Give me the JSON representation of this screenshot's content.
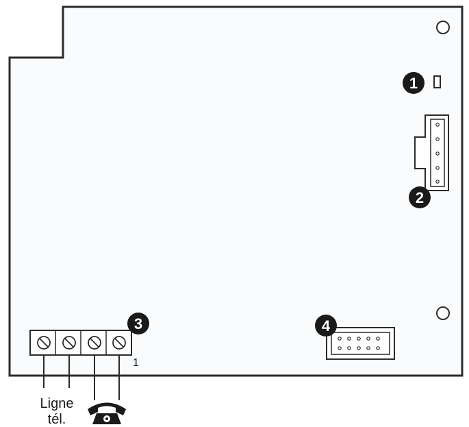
{
  "markers": [
    {
      "id": "1",
      "label": "1"
    },
    {
      "id": "2",
      "label": "2"
    },
    {
      "id": "3",
      "label": "3"
    },
    {
      "id": "4",
      "label": "4"
    }
  ],
  "terminal": {
    "pin1_label": "1",
    "line_label_1": "Ligne",
    "line_label_2": "tél."
  },
  "icons": {
    "phone": "telephone-icon"
  },
  "colors": {
    "outline": "#2b2b2b",
    "board_fill": "#fafbfd",
    "marker": "#1a1a1a"
  }
}
